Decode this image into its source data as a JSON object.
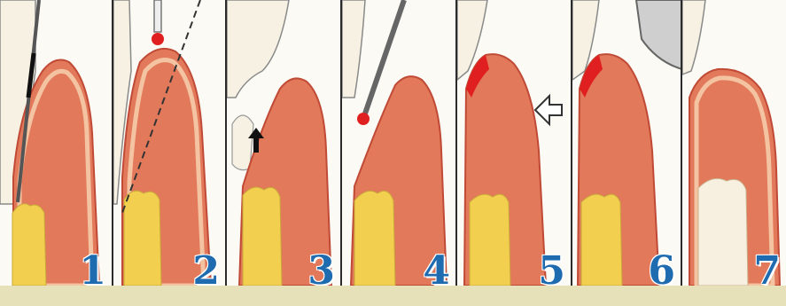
{
  "diagram": {
    "panels": [
      {
        "number": "1",
        "content": "probe-measurement"
      },
      {
        "number": "2",
        "content": "bleeding-point-incision-line"
      },
      {
        "number": "3",
        "content": "tissue-removal-arrow"
      },
      {
        "number": "4",
        "content": "electrode-contouring"
      },
      {
        "number": "5",
        "content": "healing-arrow"
      },
      {
        "number": "6",
        "content": "dressing-pack"
      },
      {
        "number": "7",
        "content": "healed-gingiva"
      }
    ],
    "colors": {
      "gingiva": "#e2795a",
      "gingiva_outline": "#c04a36",
      "epithelium": "#f3c3a2",
      "bone": "#f2cf4e",
      "bleeding": "#e02020",
      "label": "#1f6bb0",
      "background": "#e6e1b9"
    }
  }
}
